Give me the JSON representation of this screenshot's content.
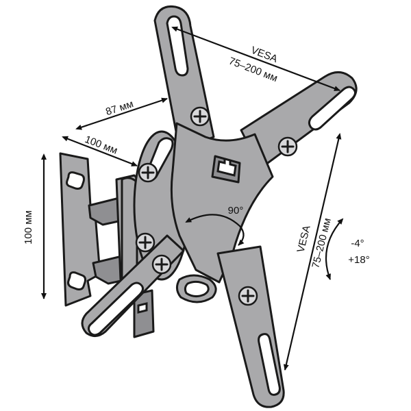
{
  "labels": {
    "vesa_top_title": "VESA",
    "vesa_top_range": "75–200 мм",
    "vesa_side_title": "VESA",
    "vesa_side_range": "75–200 мм",
    "depth_87": "87 мм",
    "depth_100": "100 мм",
    "height_100": "100 мм",
    "swivel": "90°",
    "tilt_down": "-4°",
    "tilt_up": "+18°"
  },
  "colors": {
    "metal": "#a9a9ab",
    "outline": "#1a1a1a",
    "background": "#ffffff"
  }
}
